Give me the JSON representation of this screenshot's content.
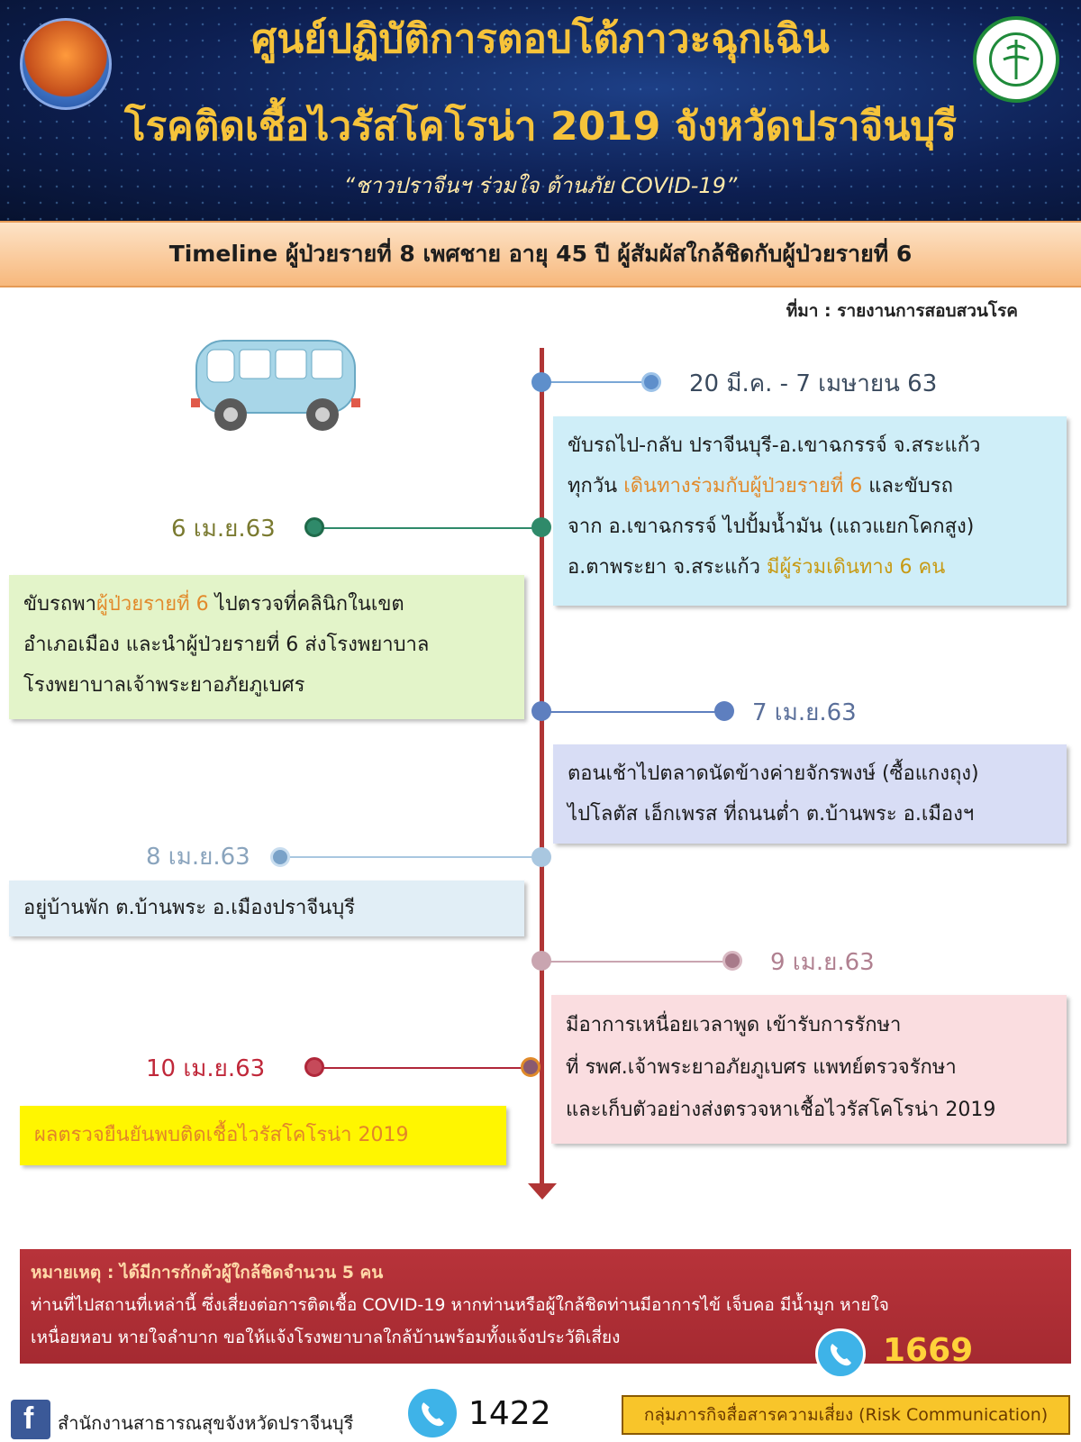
{
  "header": {
    "title_line1": "ศูนย์ปฏิบัติการตอบโต้ภาวะฉุกเฉิน",
    "title_line2": "โรคติดเชื้อไวรัสโคโรน่า 2019 จังหวัดปราจีนบุรี",
    "slogan": "“ชาวปราจีนฯ  ร่วมใจ  ต้านภัย COVID-19”"
  },
  "subtitle": "Timeline ผู้ป่วยรายที่ 8 เพศชาย อายุ 45 ปี ผู้สัมผัสใกล้ชิดกับผู้ป่วยรายที่ 6",
  "source": "ที่มา : รายงานการสอบสวนโรค",
  "timeline": {
    "dates": {
      "d1": "20  มี.ค. - 7 เมษายน 63",
      "d2": "6 เม.ย.63",
      "d3": "7 เม.ย.63",
      "d4": "8 เม.ย.63",
      "d5": "9 เม.ย.63",
      "d6": "10 เม.ย.63"
    },
    "box1": {
      "line1": "ขับรถไป-กลับ ปราจีนบุรี-อ.เขาฉกรรจ์  จ.สระแก้ว",
      "line2_a": "ทุกวัน ",
      "line2_hl": "เดินทางร่วมกับผู้ป่วยรายที่ 6",
      "line2_b": " และขับรถ",
      "line3": "จาก อ.เขาฉกรรจ์ ไปปั้มน้ำมัน (แถวแยกโคกสูง)",
      "line4_a": "อ.ตาพระยา  จ.สระแก้ว  ",
      "line4_hl": "มีผู้ร่วมเดินทาง 6 คน"
    },
    "box2": {
      "line1_a": "ขับรถพา",
      "line1_hl": "ผู้ป่วยรายที่ 6",
      "line1_b": " ไปตรวจที่คลินิกในเขต",
      "line2": "อำเภอเมือง และนำผู้ป่วยรายที่ 6 ส่งโรงพยาบาล",
      "line3": "โรงพยาบาลเจ้าพระยาอภัยภูเบศร"
    },
    "box3": {
      "line1": "ตอนเช้าไปตลาดนัดข้างค่ายจักรพงษ์  (ซื้อแกงถุง)",
      "line2": "ไปโลตัส เอ็กเพรส ที่ถนนต่ำ  ต.บ้านพระ  อ.เมืองฯ"
    },
    "box4": {
      "line1": "อยู่บ้านพัก  ต.บ้านพระ  อ.เมืองปราจีนบุรี"
    },
    "box5": {
      "line1": "มีอาการเหนื่อยเวลาพูด  เข้ารับการรักษา",
      "line2": "ที่ รพศ.เจ้าพระยาอภัยภูเบศร  แพทย์ตรวจรักษา",
      "line3": "และเก็บตัวอย่างส่งตรวจหาเชื้อไวรัสโคโรน่า  2019"
    },
    "box6": {
      "line1": "ผลตรวจยืนยันพบติดเชื้อไวรัสโคโรน่า  2019"
    }
  },
  "footer": {
    "note_line1": "หมายเหตุ : ได้มีการกักตัวผู้ใกล้ชิดจำนวน   5 คน",
    "note_line2": "ท่านที่ไปสถานที่เหล่านี้  ซึ่งเสี่ยงต่อการติดเชื้อ  COVID-19 หากท่านหรือผู้ใกล้ชิดท่านมีอาการไข้  เจ็บคอ  มีน้ำมูก หายใจ",
    "note_line3": "เหนื่อยหอบ  หายใจลำบาก  ขอให้แจ้งโรงพยาบาลใกล้บ้านพร้อมทั้งแจ้งประวัติเสี่ยง",
    "hotline_1669": "1669",
    "org_name": "สำนักงานสาธารณสุขจังหวัดปราจีนบุรี",
    "hotline_1422": "1422",
    "risk_comm": "กลุ่มภารกิจสื่อสารความเสี่ยง (Risk Communication)"
  },
  "colors": {
    "axis": "#b03535",
    "title": "#f6c33a",
    "box1_bg": "#cfeef8",
    "box2_bg": "#e3f4c9",
    "box3_bg": "#d8ddf5",
    "box4_bg": "#e1eef6",
    "box5_bg": "#fadde0",
    "box6_bg": "#fff600"
  },
  "icons": [
    "bus-illustration",
    "provincial-logo",
    "ministry-of-public-health-logo",
    "phone-icon",
    "facebook-icon"
  ]
}
